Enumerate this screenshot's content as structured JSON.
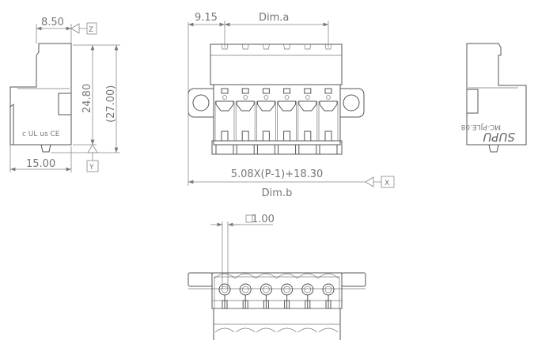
{
  "side_view_left": {
    "dim_top": "8.50",
    "axis_z": "Z",
    "dim_height": "24.80",
    "dim_height_ref": "(27.00)",
    "dim_width": "15.00",
    "axis_y": "Y",
    "cert_marks": "c UL us CE"
  },
  "front_view": {
    "dim_offset": "9.15",
    "dim_a": "Dim.a",
    "formula": "5.08X(P-1)+18.30",
    "dim_b": "Dim.b",
    "axis_x": "X",
    "pole_count": 6
  },
  "side_view_right": {
    "logo": "SUPU",
    "model_mark": "MC-PJLE.08"
  },
  "bottom_view": {
    "dim_flatness": "1.00"
  },
  "colors": {
    "line": "#555555",
    "dimension": "#888888"
  }
}
